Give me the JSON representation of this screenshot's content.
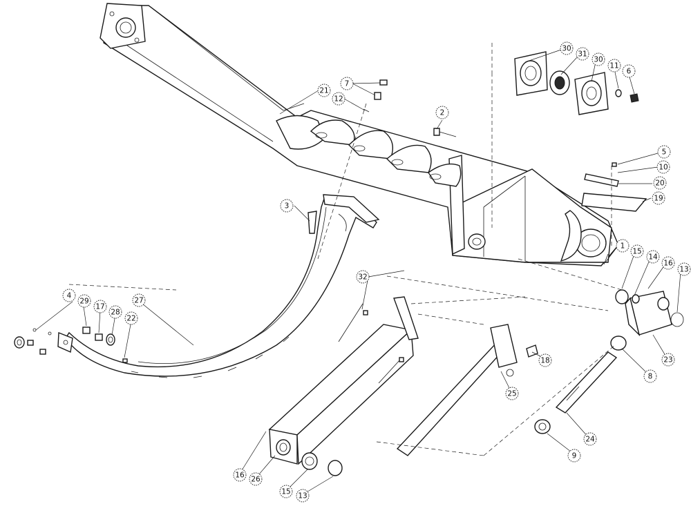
{
  "diagram": {
    "callouts": [
      {
        "id": "c-30a",
        "label": "30"
      },
      {
        "id": "c-31",
        "label": "31"
      },
      {
        "id": "c-30b",
        "label": "30"
      },
      {
        "id": "c-11",
        "label": "11"
      },
      {
        "id": "c-6",
        "label": "6"
      },
      {
        "id": "c-7",
        "label": "7"
      },
      {
        "id": "c-21",
        "label": "21"
      },
      {
        "id": "c-12",
        "label": "12"
      },
      {
        "id": "c-2",
        "label": "2"
      },
      {
        "id": "c-5",
        "label": "5"
      },
      {
        "id": "c-10",
        "label": "10"
      },
      {
        "id": "c-20",
        "label": "20"
      },
      {
        "id": "c-19",
        "label": "19"
      },
      {
        "id": "c-3",
        "label": "3"
      },
      {
        "id": "c-1",
        "label": "1"
      },
      {
        "id": "c-15a",
        "label": "15"
      },
      {
        "id": "c-14",
        "label": "14"
      },
      {
        "id": "c-16a",
        "label": "16"
      },
      {
        "id": "c-13a",
        "label": "13"
      },
      {
        "id": "c-32",
        "label": "32"
      },
      {
        "id": "c-4",
        "label": "4"
      },
      {
        "id": "c-29",
        "label": "29"
      },
      {
        "id": "c-17",
        "label": "17"
      },
      {
        "id": "c-28",
        "label": "28"
      },
      {
        "id": "c-22",
        "label": "22"
      },
      {
        "id": "c-27",
        "label": "27"
      },
      {
        "id": "c-18",
        "label": "18"
      },
      {
        "id": "c-23",
        "label": "23"
      },
      {
        "id": "c-8",
        "label": "8"
      },
      {
        "id": "c-25",
        "label": "25"
      },
      {
        "id": "c-24",
        "label": "24"
      },
      {
        "id": "c-9",
        "label": "9"
      },
      {
        "id": "c-16b",
        "label": "16"
      },
      {
        "id": "c-26",
        "label": "26"
      },
      {
        "id": "c-15b",
        "label": "15"
      },
      {
        "id": "c-13b",
        "label": "13"
      }
    ]
  }
}
